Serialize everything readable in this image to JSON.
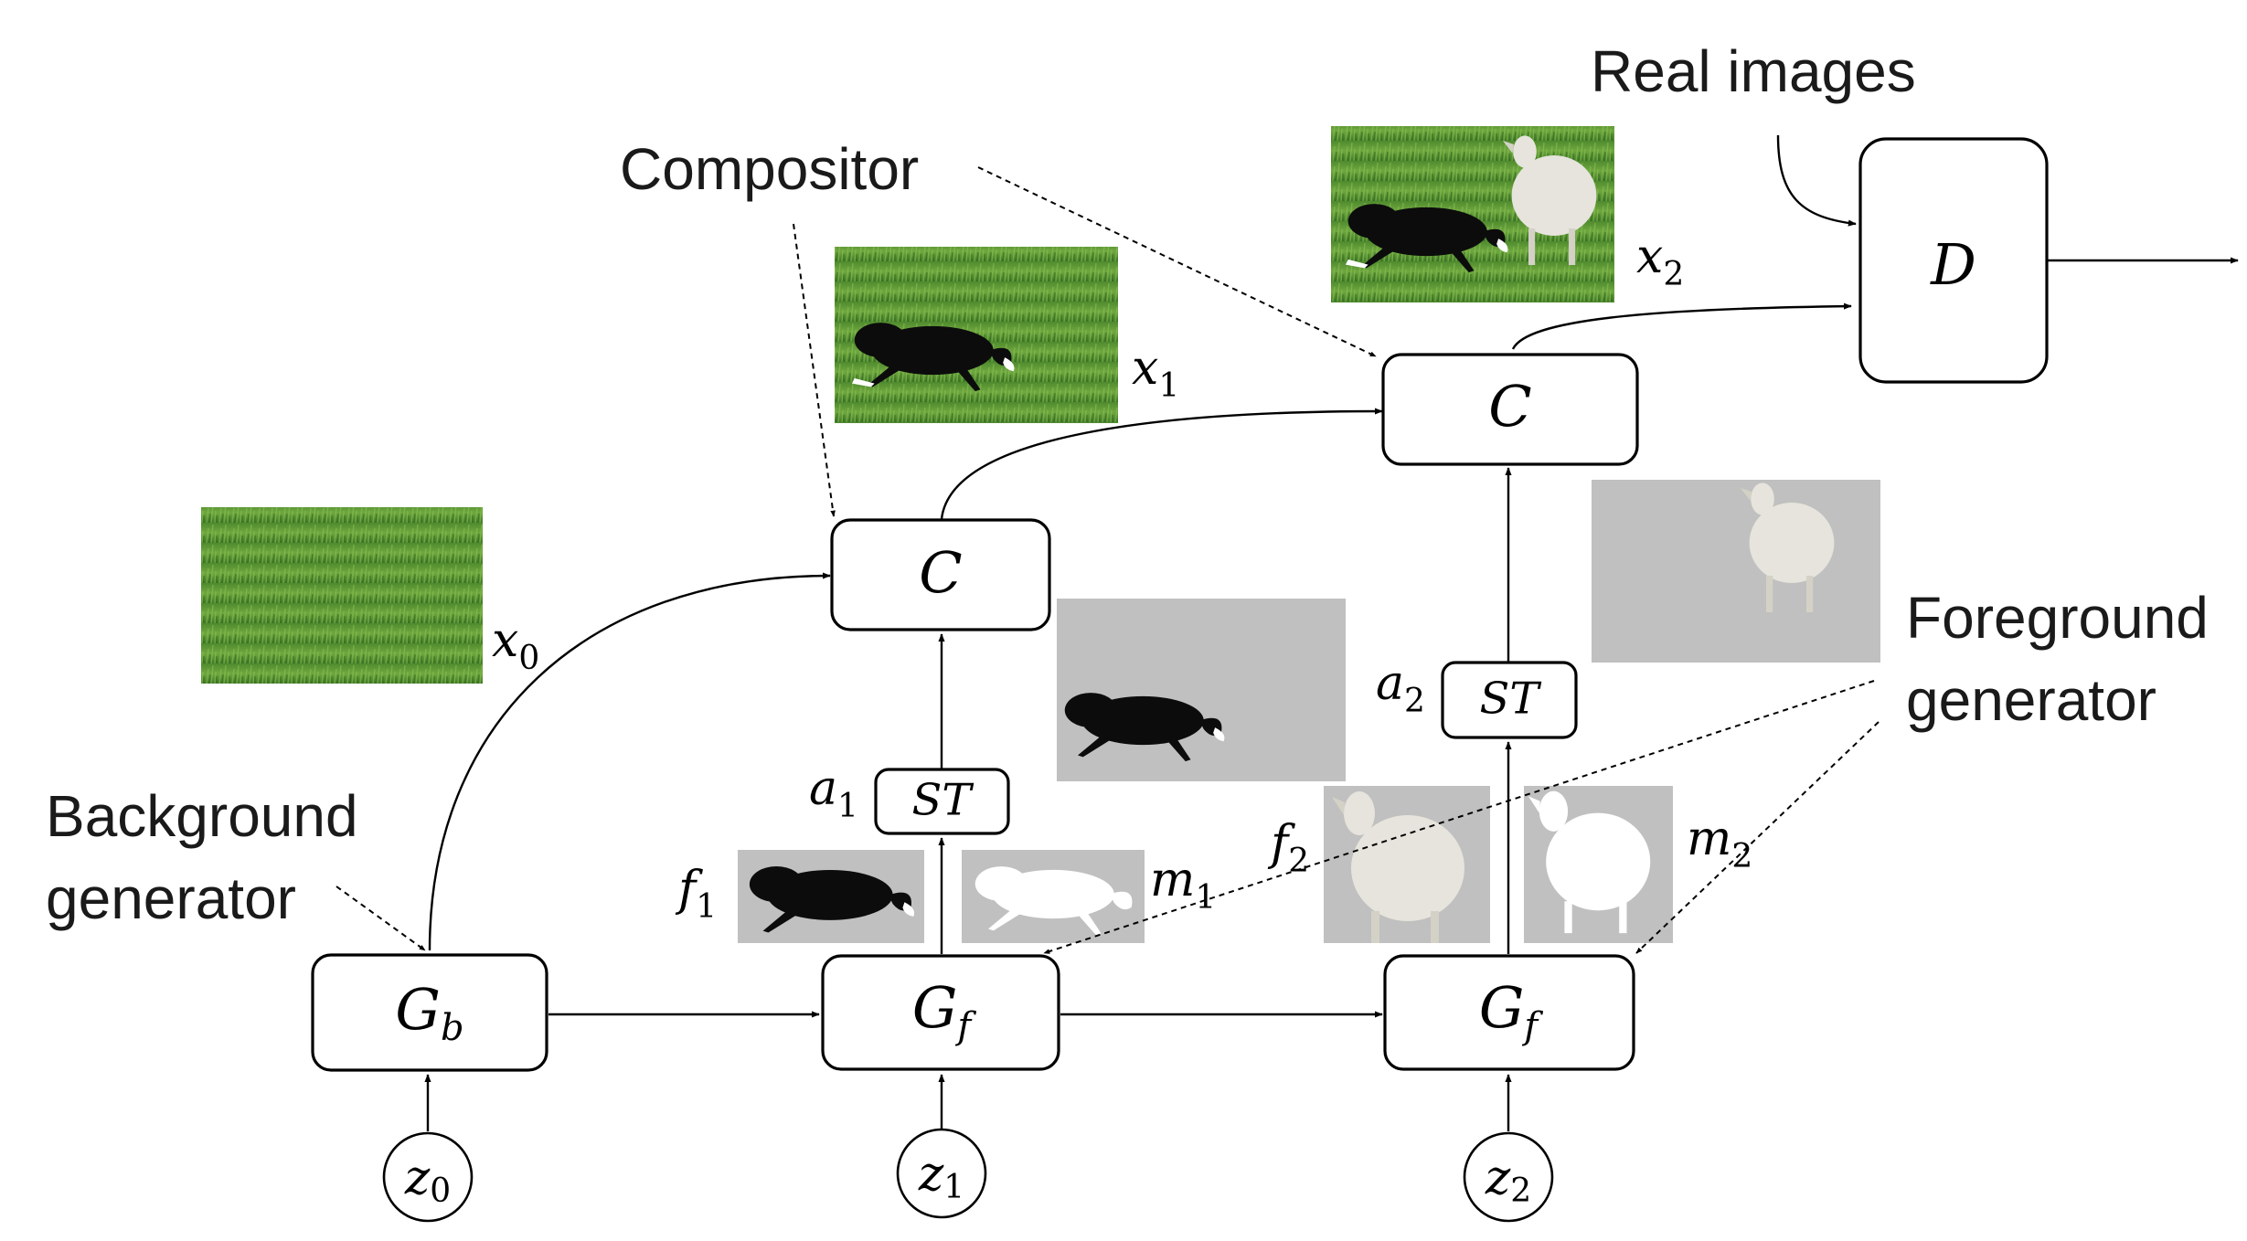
{
  "labels": {
    "real_images": "Real images",
    "compositor": "Compositor",
    "background_generator_1": "Background",
    "background_generator_2": "generator",
    "foreground_generator_1": "Foreground",
    "foreground_generator_2": "generator"
  },
  "nodes": {
    "discriminator": "D",
    "compositor_1": "C",
    "compositor_2": "C",
    "gen_bg_main": "G",
    "gen_bg_sub": "b",
    "gen_fg1_main": "G",
    "gen_fg1_sub": "f",
    "gen_fg2_main": "G",
    "gen_fg2_sub": "f",
    "st_1": "ST",
    "st_2": "ST"
  },
  "latents": [
    {
      "main": "z",
      "sub": "0"
    },
    {
      "main": "z",
      "sub": "1"
    },
    {
      "main": "z",
      "sub": "2"
    }
  ],
  "variables": {
    "x0": {
      "main": "x",
      "sub": "0"
    },
    "x1": {
      "main": "x",
      "sub": "1"
    },
    "x2": {
      "main": "x",
      "sub": "2"
    },
    "a1": {
      "main": "a",
      "sub": "1"
    },
    "a2": {
      "main": "a",
      "sub": "2"
    },
    "f1": {
      "main": "f",
      "sub": "1"
    },
    "f2": {
      "main": "f",
      "sub": "2"
    },
    "m1": {
      "main": "m",
      "sub": "1"
    },
    "m2": {
      "main": "m",
      "sub": "2"
    }
  },
  "images": {
    "x0": "grass-background-image",
    "x1": "dog-on-grass-image",
    "x2": "dog-and-sheep-on-grass-image",
    "a1": "dog-transformed-on-gray-image",
    "a2": "sheep-transformed-on-gray-image",
    "f1": "dog-foreground-image",
    "f2": "sheep-foreground-image",
    "m1": "dog-mask-image",
    "m2": "sheep-mask-image"
  },
  "colors": {
    "grass_dark": "#3f7a26",
    "grass_light": "#6fa83f",
    "gray_bg": "#c0c0c0",
    "dog": "#0c0c0c",
    "sheep": "#e6e4dc",
    "mask": "#ffffff"
  }
}
